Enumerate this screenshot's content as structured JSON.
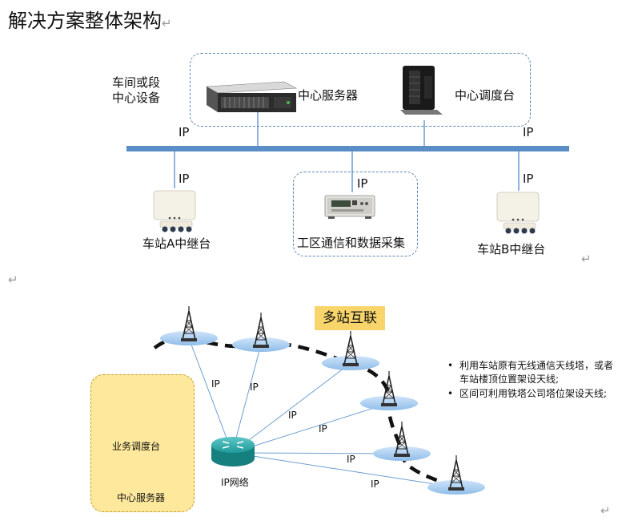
{
  "title": "解决方案整体架构",
  "return_mark": "↵",
  "top_diagram": {
    "group_label_line1": "车间或段",
    "group_label_line2": "中心设备",
    "center_server": "中心服务器",
    "dispatch_console": "中心调度台",
    "ip": "IP",
    "station_a": "车站A中继台",
    "work_area": "工区通信和数据采集",
    "station_b": "车站B中继台"
  },
  "bottom_diagram": {
    "multi_station": "多站互联",
    "business_console": "业务调度台",
    "center_server": "中心服务器",
    "ip_network": "IP网络",
    "ip": "IP",
    "notes": [
      "利用车站原有无线通信天线塔，或者车站楼顶位置架设天线;",
      "区间可利用铁塔公司塔位架设天线;"
    ]
  },
  "colors": {
    "bus": "#5b8ec7",
    "dashed_border": "#5a87b0",
    "yellow_box": "#fde89c",
    "badge": "#f8d56a",
    "router": "#1f9a9a",
    "tower_ellipse": "#a9cdf2"
  }
}
